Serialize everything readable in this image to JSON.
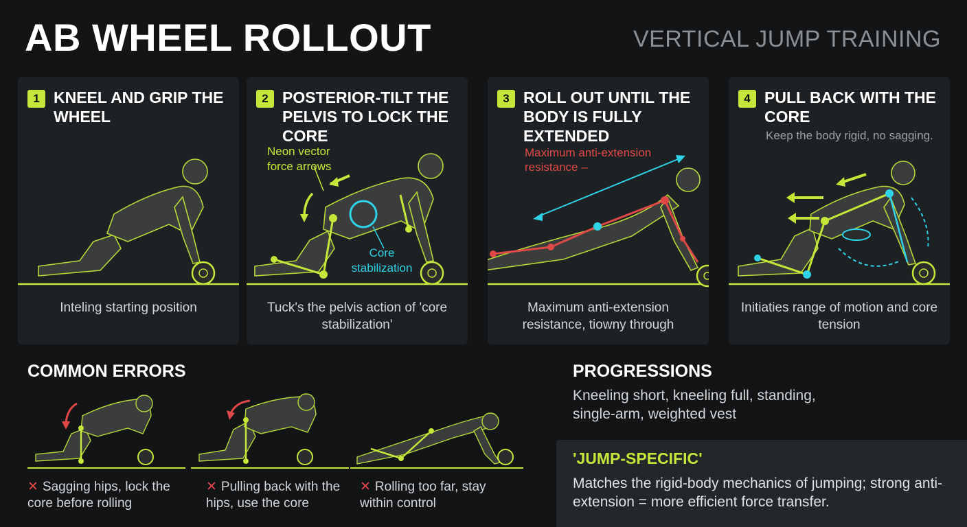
{
  "header": {
    "title": "AB WHEEL ROLLOUT",
    "subtitle": "VERTICAL JUMP TRAINING"
  },
  "steps": [
    {
      "number": "1",
      "title": "KNEEL AND GRIP THE WHEEL",
      "note": "",
      "caption": "Inteling starting position"
    },
    {
      "number": "2",
      "title": "POSTERIOR-TILT THE PELVIS TO LOCK THE CORE",
      "note": "",
      "caption": "Tuck's the pelvis action of 'core stabilization'",
      "annotations": {
        "arrows": "Neon vector force arrows",
        "core": "Core stabilization"
      }
    },
    {
      "number": "3",
      "title": "ROLL OUT UNTIL THE BODY IS FULLY EXTENDED",
      "note": "",
      "caption": "Maximum anti-extension resistance, tiowny through",
      "annotations": {
        "resistance": "Maximum anti-extension resistance –"
      }
    },
    {
      "number": "4",
      "title": "PULL BACK WITH THE CORE",
      "note": "Keep the body rigid, no sagging.",
      "caption": "Initiaties range of motion and core tension"
    }
  ],
  "errors": {
    "title": "COMMON ERRORS",
    "marker": "✕",
    "items": [
      {
        "text": "Sagging hips, lock the core before rolling"
      },
      {
        "text": "Pulling back with the hips, use the core"
      },
      {
        "text": "Rolling too far, stay within control"
      }
    ]
  },
  "progressions": {
    "title": "PROGRESSIONS",
    "text": "Kneeling short, kneeling full, standing, single-arm, weighted vest"
  },
  "jump_specific": {
    "title": "'JUMP-SPECIFIC'",
    "text": "Matches the rigid-body mechanics of jumping; strong anti-extension = more efficient force transfer."
  },
  "colors": {
    "accent": "#c6e63a",
    "cyan": "#2fd3e8",
    "red": "#e04848",
    "panel": "#1e2123",
    "background": "#121416"
  }
}
